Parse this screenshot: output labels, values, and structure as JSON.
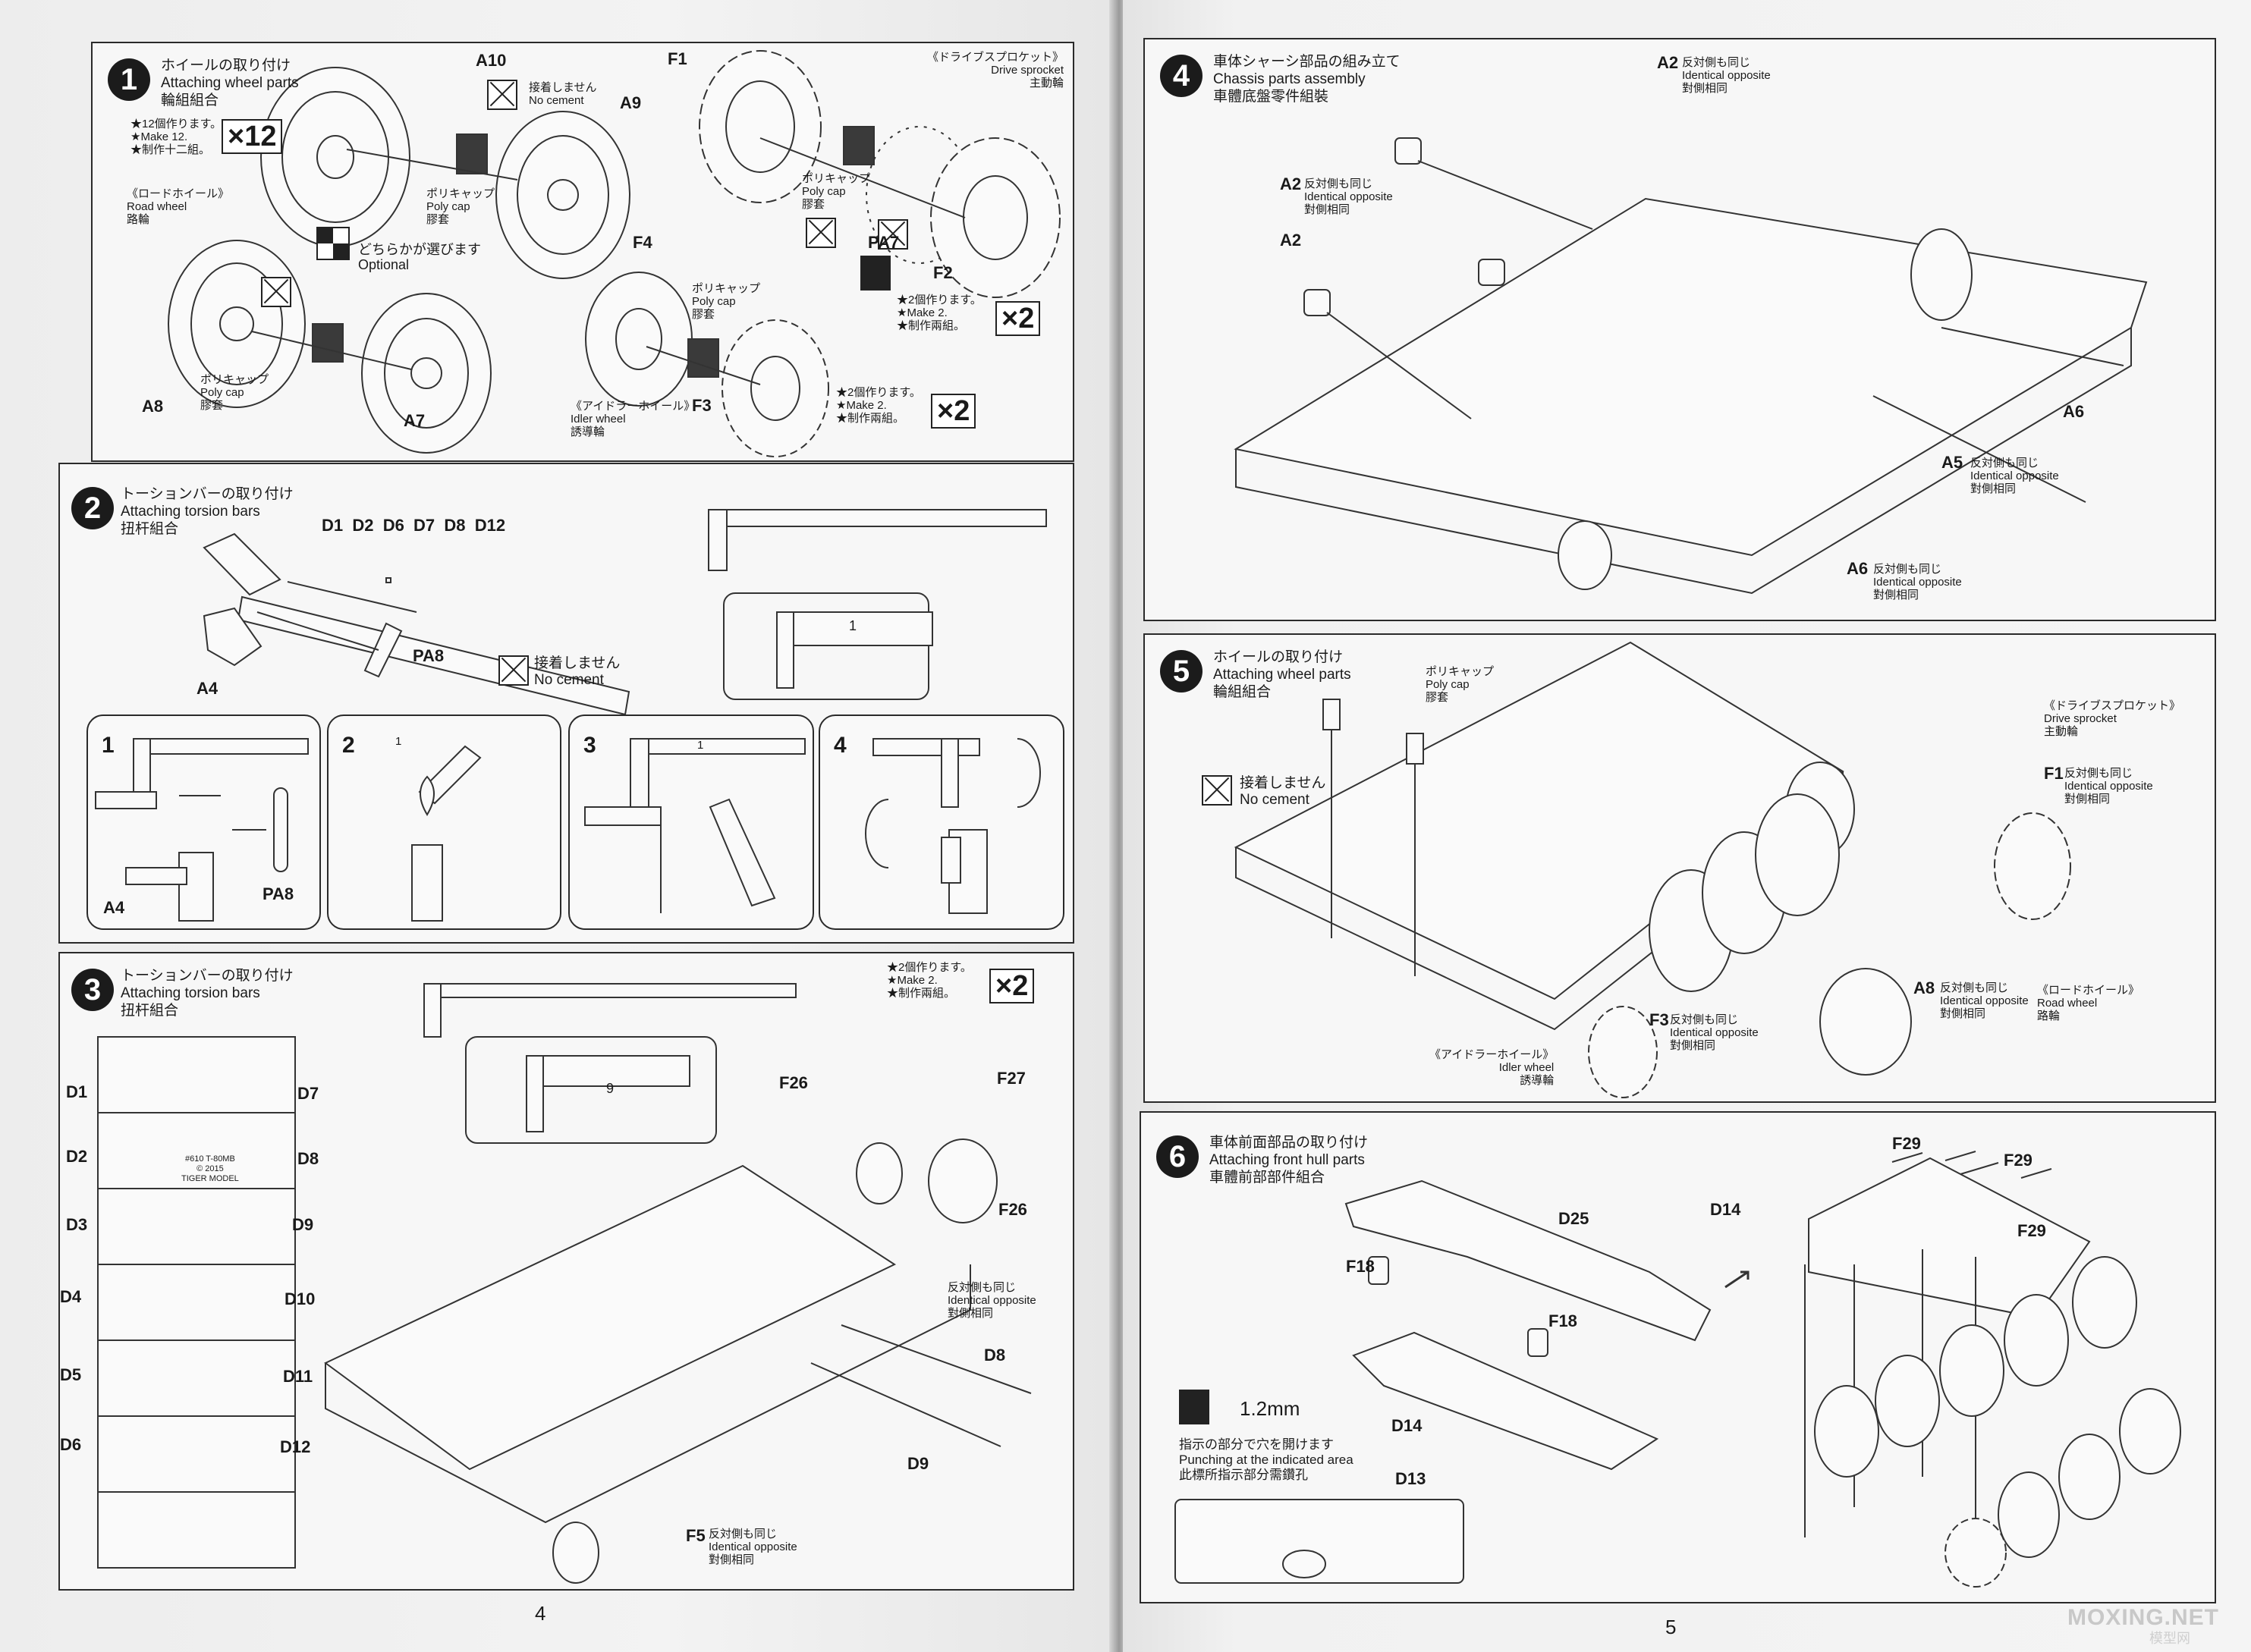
{
  "left_page": {
    "page_number": "4",
    "step1": {
      "number": "1",
      "title_jp": "ホイールの取り付け",
      "title_en": "Attaching wheel parts",
      "title_cn": "輪組組合",
      "make_note": [
        "★12個作ります。",
        "★Make 12.",
        "★制作十二組。"
      ],
      "multiplier": "×12",
      "road_wheel": [
        "《ロードホイール》",
        "Road wheel",
        "路輪"
      ],
      "no_cement": [
        "接着しません",
        "No cement"
      ],
      "optional": [
        "どちらかが選びます",
        "Optional"
      ],
      "poly_cap_1": [
        "ポリキャップ",
        "Poly cap",
        "膠套"
      ],
      "poly_cap_2": [
        "ポリキャップ",
        "Poly cap",
        "膠套"
      ],
      "poly_cap_3": [
        "ポリキャップ",
        "Poly cap",
        "膠套"
      ],
      "poly_cap_4": [
        "ポリキャップ",
        "Poly cap",
        "膠套"
      ],
      "drive_sprocket": [
        "《ドライブスプロケット》",
        "Drive sprocket",
        "主動輪"
      ],
      "idler_wheel": [
        "《アイドラーホイール》",
        "Idler wheel",
        "誘導輪"
      ],
      "make2_a": [
        "★2個作ります。",
        "★Make 2.",
        "★制作兩組。"
      ],
      "make2_b": [
        "★2個作ります。",
        "★Make 2.",
        "★制作兩組。"
      ],
      "multiplier_a": "×2",
      "multiplier_b": "×2",
      "parts": {
        "a10": "A10",
        "a9": "A9",
        "a8": "A8",
        "a7": "A7",
        "f1": "F1",
        "f2": "F2",
        "f3": "F3",
        "f4": "F4",
        "pa7": "PA7"
      }
    },
    "step2": {
      "number": "2",
      "title_jp": "トーションバーの取り付け",
      "title_en": "Attaching torsion bars",
      "title_cn": "扭杆組合",
      "parts_row": "D1  D2  D6  D7  D8  D12",
      "a4": "A4",
      "pa8": "PA8",
      "no_cement": [
        "接着しません",
        "No cement"
      ],
      "box_label": "1",
      "sub": [
        {
          "n": "1",
          "a4": "A4",
          "pa8": "PA8",
          "box": "1"
        },
        {
          "n": "2"
        },
        {
          "n": "3",
          "box": "1"
        },
        {
          "n": "4"
        }
      ]
    },
    "step3": {
      "number": "3",
      "title_jp": "トーションバーの取り付け",
      "title_en": "Attaching torsion bars",
      "title_cn": "扭杆組合",
      "make2": [
        "★2個作ります。",
        "★Make 2.",
        "★制作兩組。"
      ],
      "multiplier": "×2",
      "box_label": "9",
      "left_labels": [
        "D1",
        "D2",
        "D3",
        "D4",
        "D5",
        "D6"
      ],
      "right_labels": [
        "D7",
        "D8",
        "D9",
        "D10",
        "D11",
        "D12"
      ],
      "f26": "F26",
      "f27": "F27",
      "f26b": "F26",
      "d8": "D8",
      "d9": "D9",
      "f5": "F5",
      "opposite_1": [
        "反対側も同じ",
        "Identical opposite",
        "對側相同"
      ],
      "opposite_2": [
        "反対側も同じ",
        "Identical opposite",
        "對側相同"
      ],
      "hull_marking": [
        "#610 T-80MB",
        "© 2015",
        "TIGER MODEL"
      ]
    }
  },
  "right_page": {
    "page_number": "5",
    "step4": {
      "number": "4",
      "title_jp": "車体シャーシ部品の組み立て",
      "title_en": "Chassis parts assembly",
      "title_cn": "車體底盤零件組裝",
      "a2_top": "A2",
      "a2_top_note": [
        "反対側も同じ",
        "Identical opposite",
        "對側相同"
      ],
      "a2_mid": "A2",
      "a2_mid_note": [
        "反対側も同じ",
        "Identical opposite",
        "對側相同"
      ],
      "a2_low": "A2",
      "a6_right": "A6",
      "a5": "A5",
      "a5_note": [
        "反対側も同じ",
        "Identical opposite",
        "對側相同"
      ],
      "a6_bottom": "A6",
      "a6_bottom_note": [
        "反対側も同じ",
        "Identical opposite",
        "對側相同"
      ]
    },
    "step5": {
      "number": "5",
      "title_jp": "ホイールの取り付け",
      "title_en": "Attaching wheel parts",
      "title_cn": "輪組組合",
      "poly_cap": [
        "ポリキャップ",
        "Poly cap",
        "膠套"
      ],
      "no_cement": [
        "接着しません",
        "No cement"
      ],
      "drive_sprocket": [
        "《ドライブスプロケット》",
        "Drive sprocket",
        "主動輪"
      ],
      "f1": "F1",
      "f1_note": [
        "反対側も同じ",
        "Identical opposite",
        "對側相同"
      ],
      "a8": "A8",
      "a8_note": [
        "反対側も同じ",
        "Identical opposite",
        "對側相同"
      ],
      "road_wheel": [
        "《ロードホイール》",
        "Road wheel",
        "路輪"
      ],
      "f3": "F3",
      "f3_note": [
        "反対側も同じ",
        "Identical opposite",
        "對側相同"
      ],
      "idler_wheel": [
        "《アイドラーホイール》",
        "Idler wheel",
        "誘導輪"
      ]
    },
    "step6": {
      "number": "6",
      "title_jp": "車体前面部品の取り付け",
      "title_en": "Attaching front hull parts",
      "title_cn": "車體前部部件組合",
      "d25": "D25",
      "f18_a": "F18",
      "f18_b": "F18",
      "d14_a": "D14",
      "d14_b": "D14",
      "d13": "D13",
      "f29_a": "F29",
      "f29_b": "F29",
      "f29_c": "F29",
      "drill_size": "1.2mm",
      "drill_note": [
        "指示の部分で穴を開けます",
        "Punching at the indicated area",
        "此標所指示部分需鑽孔"
      ]
    }
  },
  "watermark": {
    "text": "MOXING.NET",
    "sub": "模型网"
  }
}
